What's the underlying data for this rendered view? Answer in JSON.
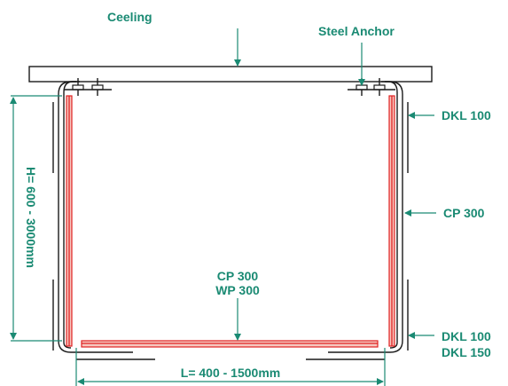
{
  "labels": {
    "ceiling": "Ceeling",
    "steel_anchor": "Steel Anchor",
    "dkl_top": "DKL 100",
    "cp_side": "CP 300",
    "cp_bottom": "CP 300",
    "wp_bottom": "WP 300",
    "dkl_bottom_1": "DKL 100",
    "dkl_bottom_2": "DKL 150",
    "height": "H= 600 - 3000mm",
    "length": "L= 400 - 1500mm"
  },
  "colors": {
    "annotation": "#1a8a73",
    "board": "#e02020",
    "line": "#1a1a1a"
  }
}
